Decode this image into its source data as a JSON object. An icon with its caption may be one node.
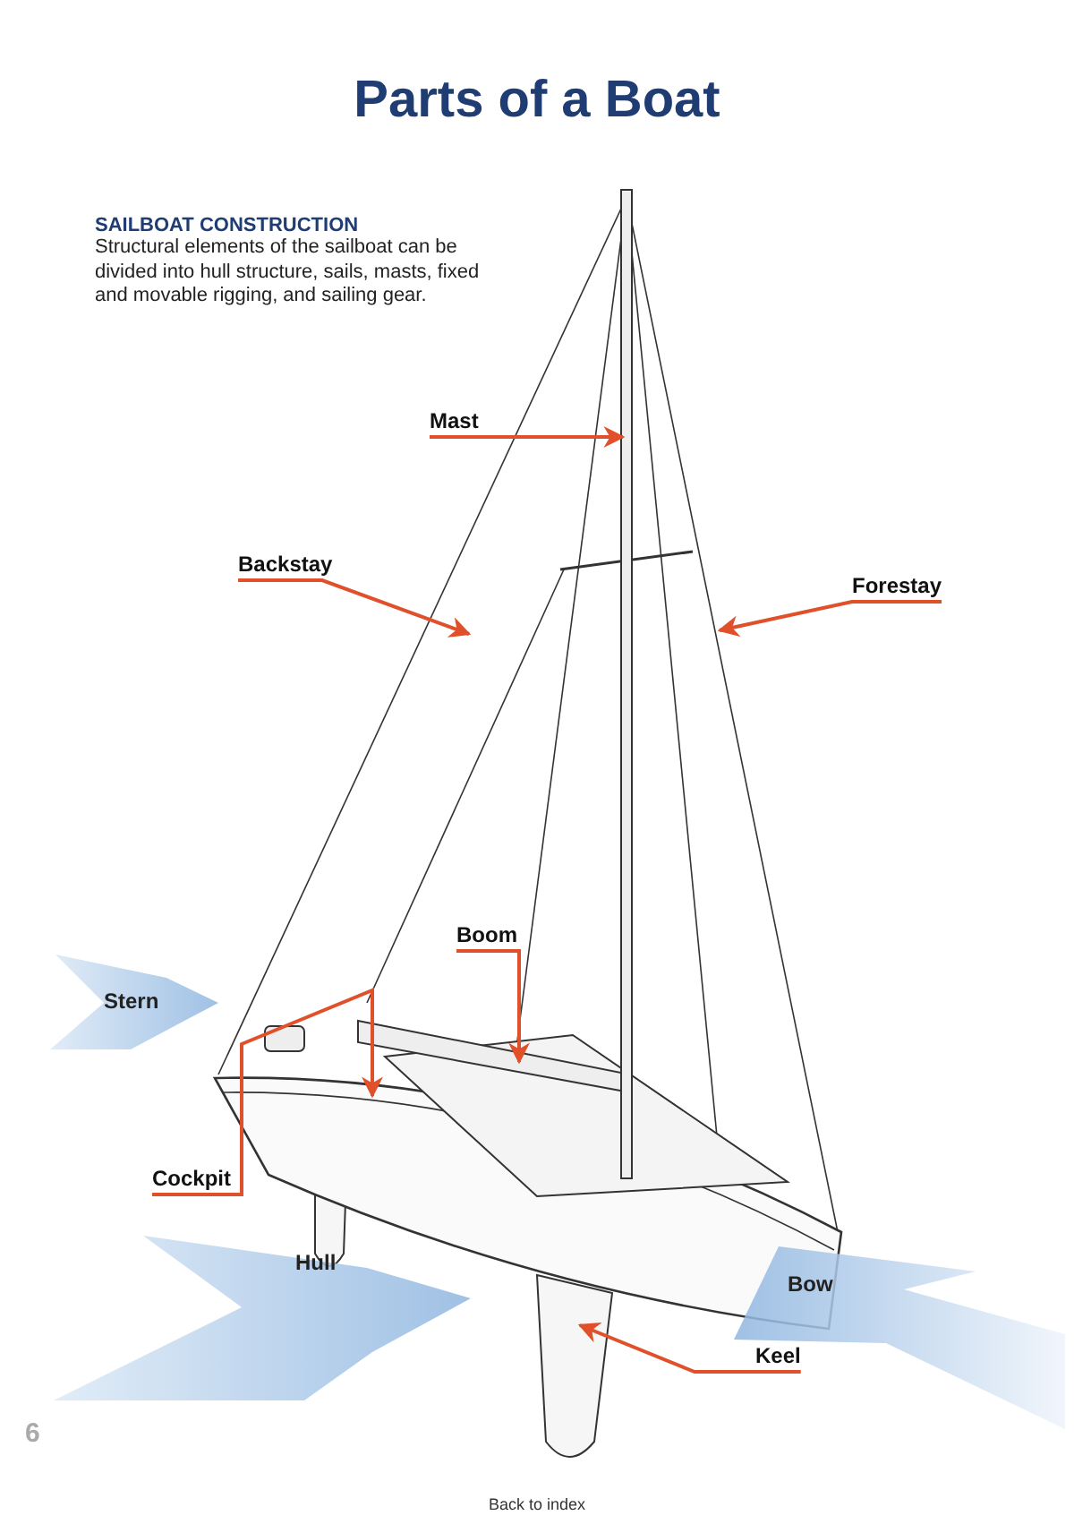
{
  "diagram": {
    "title": "Parts of a Boat",
    "nodes": [
      {
        "text": [
          "Mast"
        ]
      },
      {
        "text": [
          "Backstay"
        ]
      },
      {
        "text": [
          "Forestay"
        ]
      },
      {
        "text": [
          "Boom"
        ]
      },
      {
        "text": [
          "Cockpit"
        ]
      },
      {
        "text": [
          "Keel"
        ]
      },
      {
        "text": [
          "Stern"
        ]
      },
      {
        "text": [
          "Hull"
        ]
      },
      {
        "text": [
          "Bow"
        ]
      }
    ],
    "edges": [
      {
        "from": 0,
        "to": null,
        "arrow": "to"
      },
      {
        "from": 1,
        "to": null,
        "arrow": "to"
      },
      {
        "from": 2,
        "to": null,
        "arrow": "to"
      },
      {
        "from": 3,
        "to": null,
        "arrow": "to"
      },
      {
        "from": 4,
        "to": null,
        "arrow": "to"
      },
      {
        "from": 5,
        "to": null,
        "arrow": "to"
      }
    ],
    "labels": [
      "SAILBOAT CONSTRUCTION",
      "Structural elements of the sailboat can be divided into hull structure, sails, masts, fixed and movable rigging, and sailing gear.",
      "6",
      "Back to index"
    ]
  }
}
